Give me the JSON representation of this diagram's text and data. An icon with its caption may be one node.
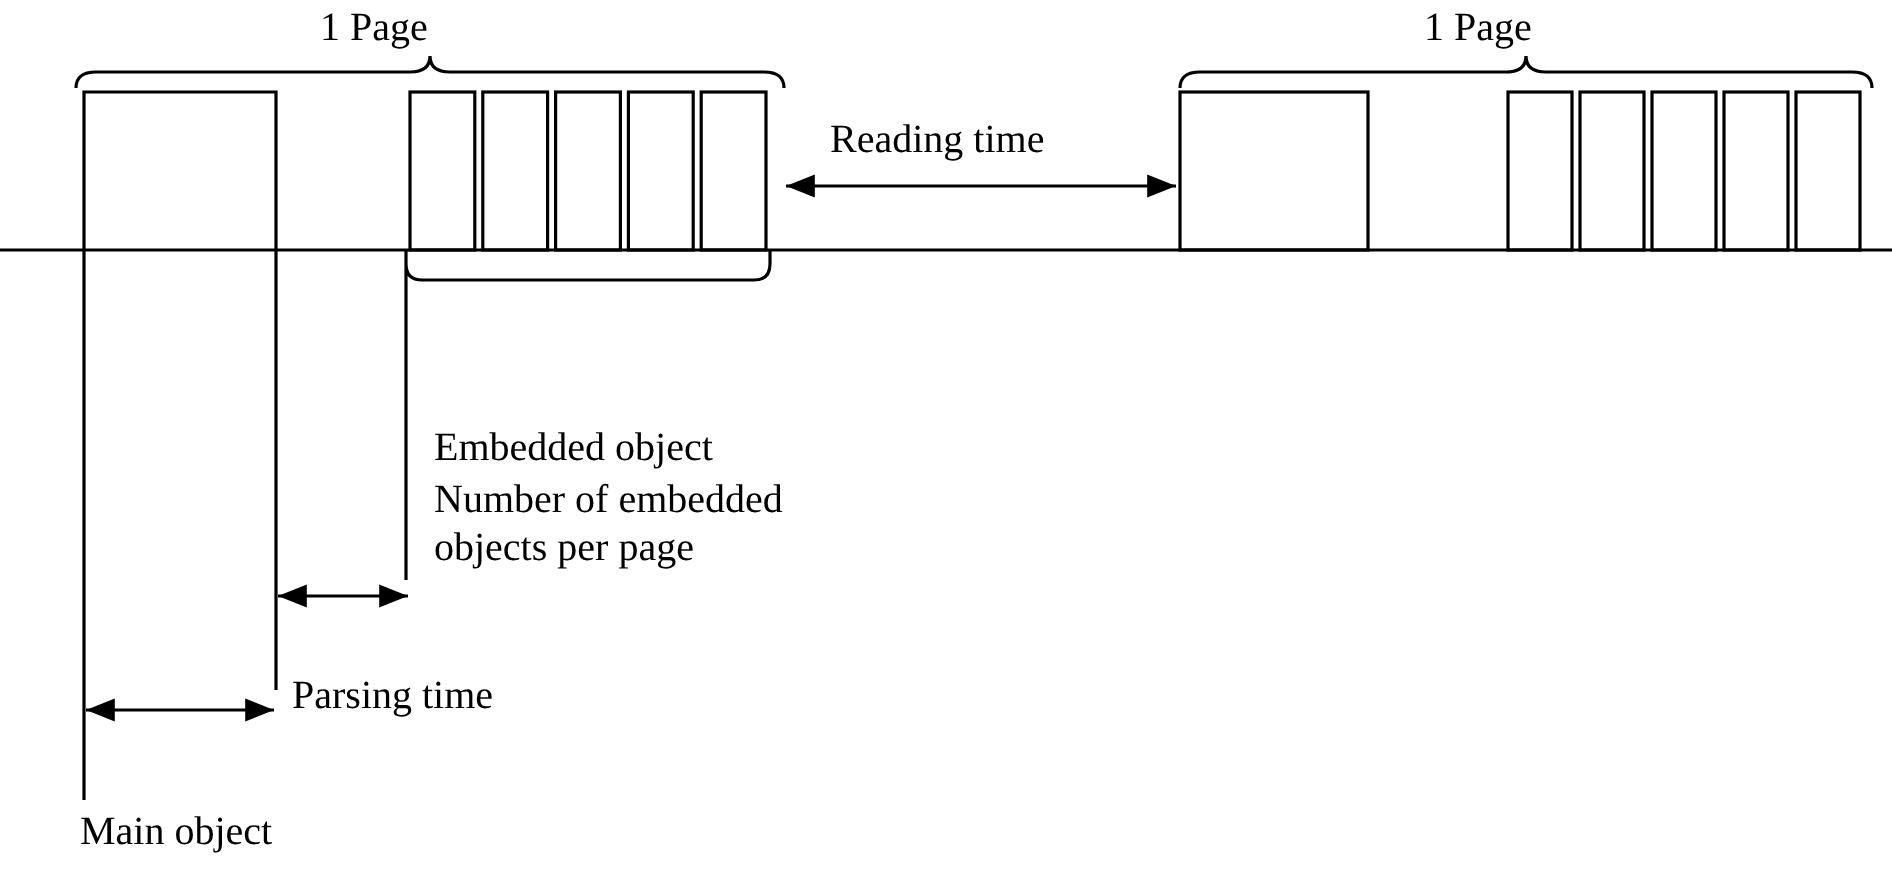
{
  "diagram": {
    "labels": [
      "1 Page",
      "1 Page",
      "Reading time",
      "Embedded object",
      "Number of embedded objects per page",
      "Parsing time",
      "Main object"
    ]
  }
}
